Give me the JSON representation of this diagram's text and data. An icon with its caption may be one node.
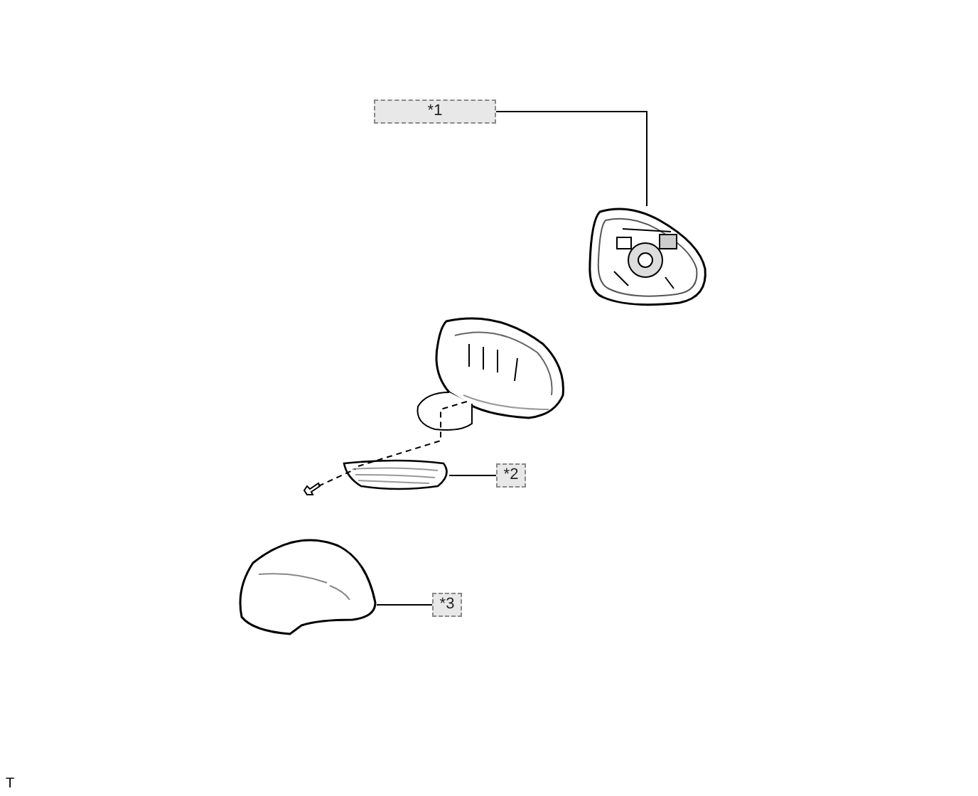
{
  "diagram": {
    "nodes": [
      {
        "text": [
          "*1"
        ]
      },
      {
        "text": [],
        "shape": "picture"
      },
      {
        "text": [
          "*2"
        ]
      },
      {
        "text": [],
        "shape": "picture"
      },
      {
        "text": [
          "*3"
        ]
      },
      {
        "text": [],
        "shape": "picture"
      }
    ],
    "edges": [
      {
        "from": 0,
        "to": 1,
        "arrow": "none"
      },
      {
        "from": 2,
        "to": 3,
        "arrow": "none"
      },
      {
        "from": 4,
        "to": 5,
        "arrow": "none"
      }
    ],
    "labels": [
      "T"
    ]
  }
}
